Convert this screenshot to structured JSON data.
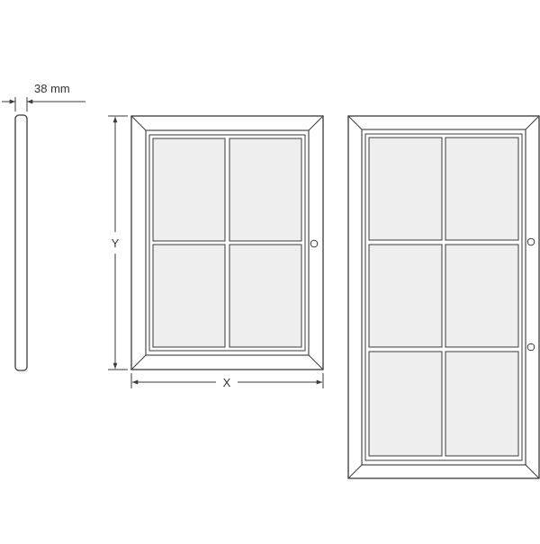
{
  "labels": {
    "depth": "38 mm",
    "height": "Y",
    "width": "X"
  },
  "colors": {
    "stroke": "#3a3a3a",
    "glass": "#eeeeee",
    "background": "#ffffff"
  }
}
